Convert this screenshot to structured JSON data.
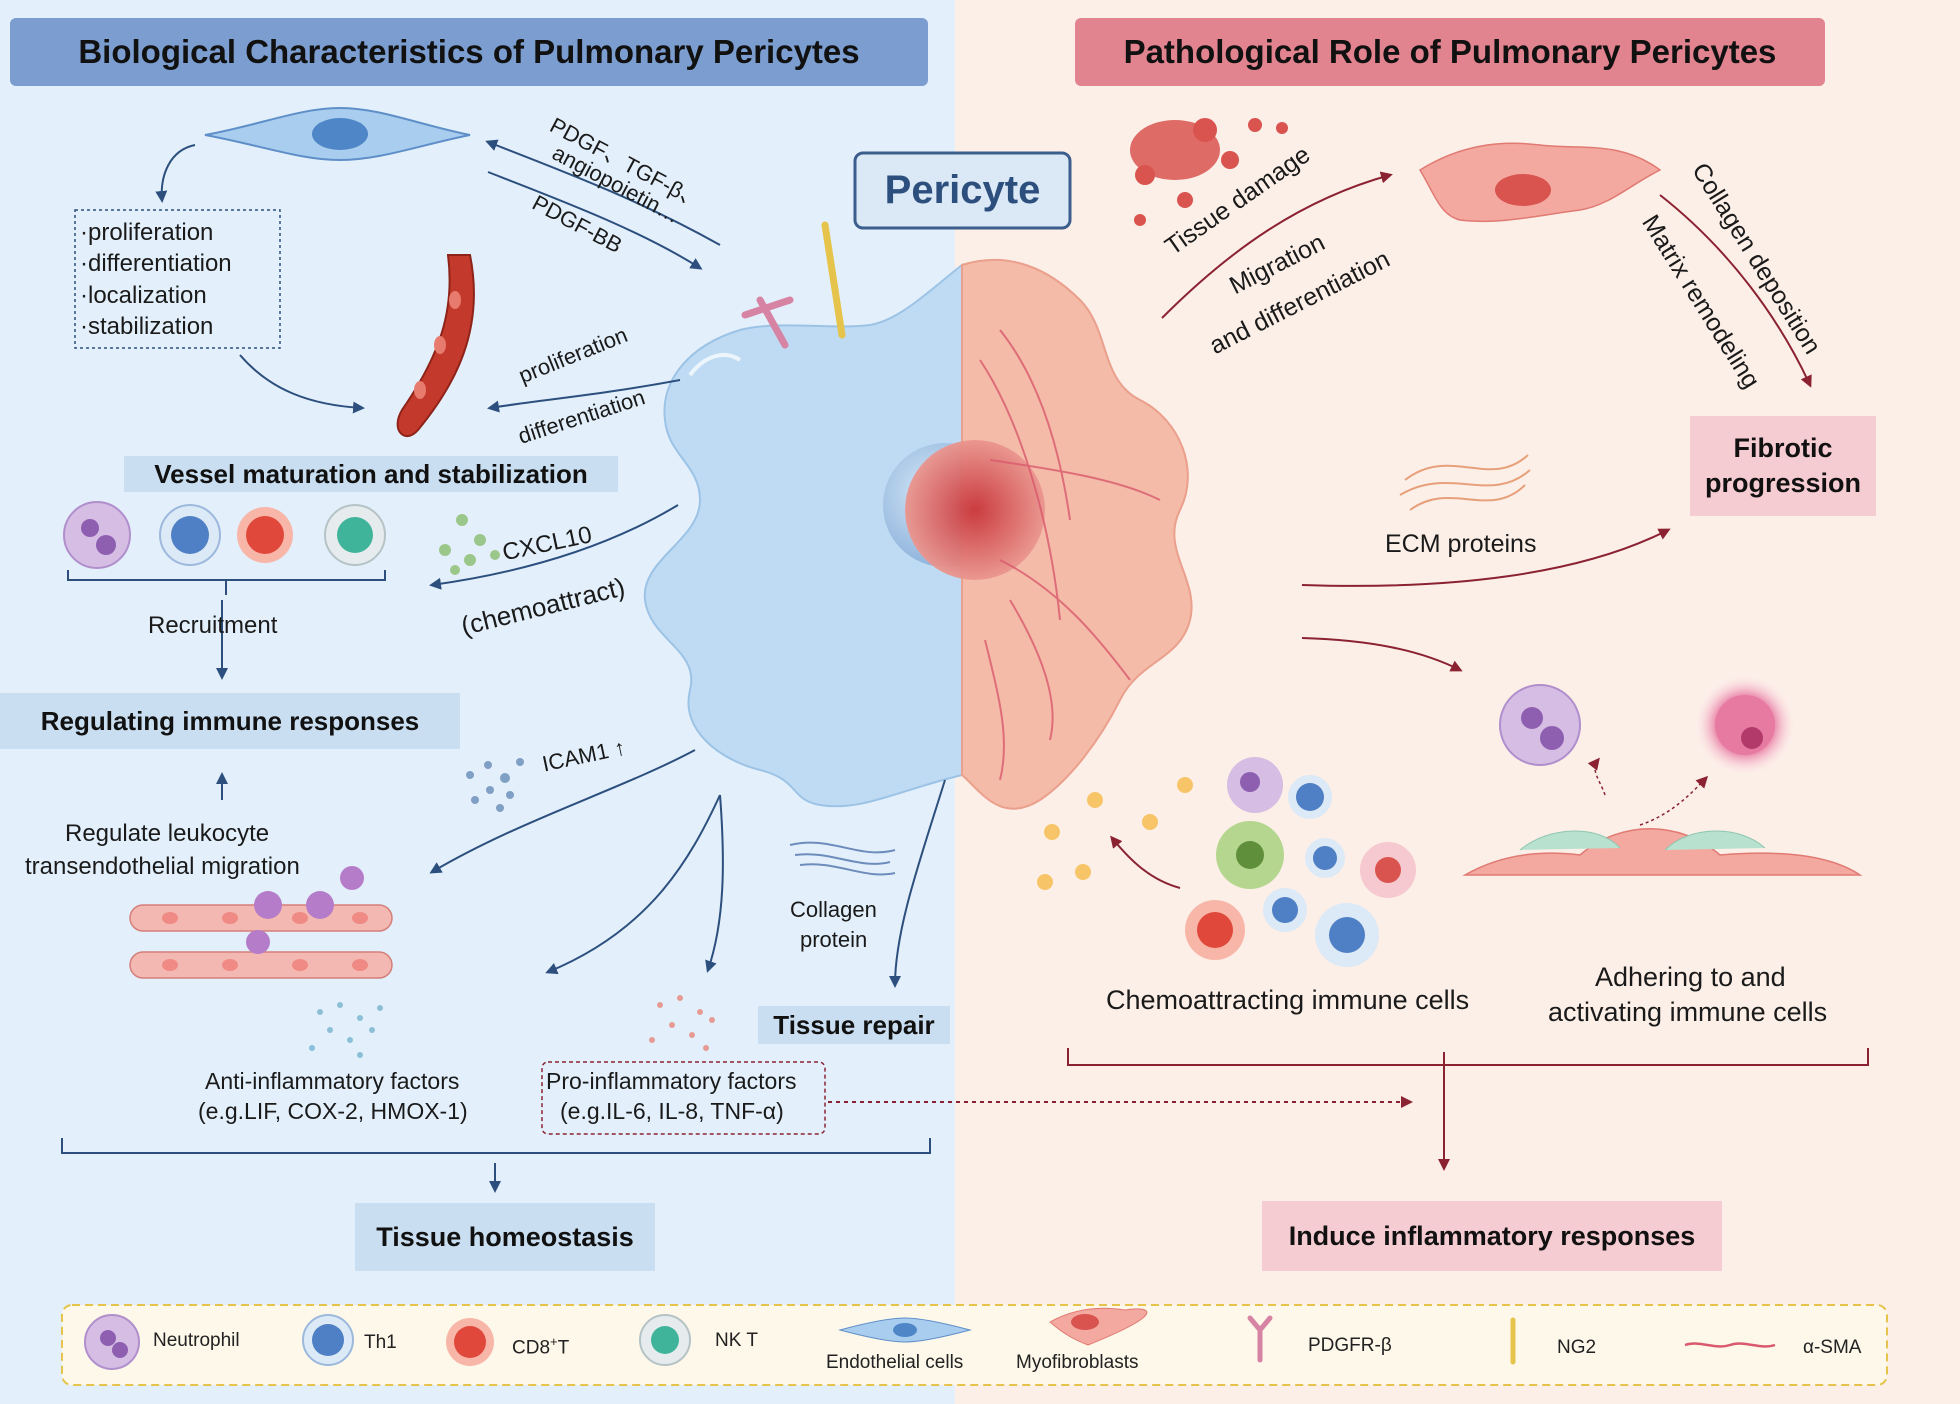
{
  "headers": {
    "left": "Biological Characteristics of Pulmonary Pericytes",
    "right": "Pathological Role of Pulmonary Pericytes",
    "center": "Pericyte"
  },
  "left": {
    "signals_top": [
      "PDGF、TGF-β、",
      "angiopoietin…"
    ],
    "signal_bb": "PDGF-BB",
    "endothelial_functions": [
      "·proliferation",
      "·differentiation",
      "·localization",
      "·stabilization"
    ],
    "prolif": "proliferation",
    "diff": "differentiation",
    "vessel": "Vessel maturation and stabilization",
    "cxcl10": "CXCL10",
    "chemoattract": "(chemoattract)",
    "recruitment": "Recruitment",
    "regulating": "Regulating immune responses",
    "icam1": "ICAM1 ↑",
    "regulate_leuko": [
      "Regulate leukocyte",
      "transendothelial migration"
    ],
    "collagen": [
      "Collagen",
      "protein"
    ],
    "tissue_repair": "Tissue repair",
    "anti": [
      "Anti-inflammatory factors",
      "(e.g.LIF, COX-2, HMOX-1)"
    ],
    "pro": [
      "Pro-inflammatory factors",
      "(e.g.IL-6, IL-8, TNF-α)"
    ],
    "homeostasis": "Tissue homeostasis"
  },
  "right": {
    "tissue_damage": "Tissue damage",
    "migration": [
      "Migration",
      "and differentiation"
    ],
    "collagen_dep": "Collagen deposition",
    "matrix": "Matrix remodeling",
    "fibrotic": [
      "Fibrotic",
      "progression"
    ],
    "ecm": "ECM proteins",
    "chemo_cells": "Chemoattracting immune cells",
    "adhering": [
      "Adhering to and",
      "activating immune cells"
    ],
    "induce": "Induce inflammatory responses"
  },
  "legend": {
    "neutrophil": "Neutrophil",
    "th1": "Th1",
    "cd8": "CD8",
    "cd8_sup": "+",
    "cd8_t": "T",
    "nkt": "NK T",
    "endothelial": "Endothelial cells",
    "myofibro": "Myofibroblasts",
    "pdgfr": "PDGFR-β",
    "ng2": "NG2",
    "asma": "α-SMA"
  },
  "colors": {
    "left_bg": "#e3f0fb",
    "right_bg": "#fcefe8",
    "left_header": "#7b9dcf",
    "right_header": "#e2848f",
    "arrow_blue": "#2c4f7e",
    "arrow_red": "#8b2232"
  }
}
